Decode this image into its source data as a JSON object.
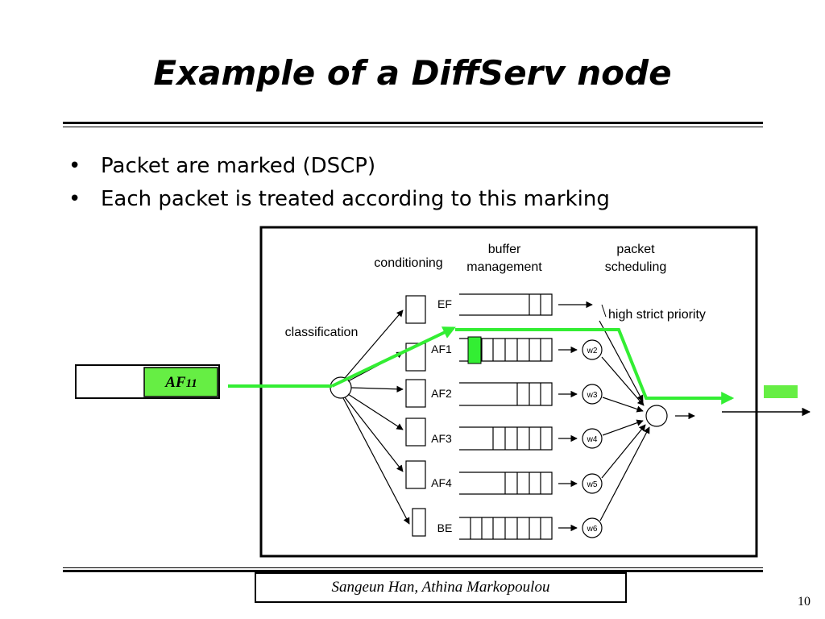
{
  "slide": {
    "title": "Example of a DiffServ node",
    "bullets": [
      "Packet are marked (DSCP)",
      "Each packet is treated according to this marking"
    ],
    "footer": "Sangeun Han, Athina Markopoulou",
    "page_number": "10"
  },
  "diagram": {
    "stage_labels": {
      "classification": "classification",
      "conditioning": "conditioning",
      "buffer_management": [
        "buffer",
        "management"
      ],
      "packet_scheduling": [
        "packet",
        "scheduling"
      ]
    },
    "priority_label": "high strict priority",
    "packet_label": "AF11",
    "queues": [
      "EF",
      "AF1",
      "AF2",
      "AF3",
      "AF4",
      "BE"
    ],
    "weights": [
      "w2",
      "w3",
      "w4",
      "w5",
      "w6"
    ],
    "colors": {
      "highlight_green": "#33ee33",
      "packet_fill": "#66ee44",
      "ink": "#000000"
    }
  }
}
